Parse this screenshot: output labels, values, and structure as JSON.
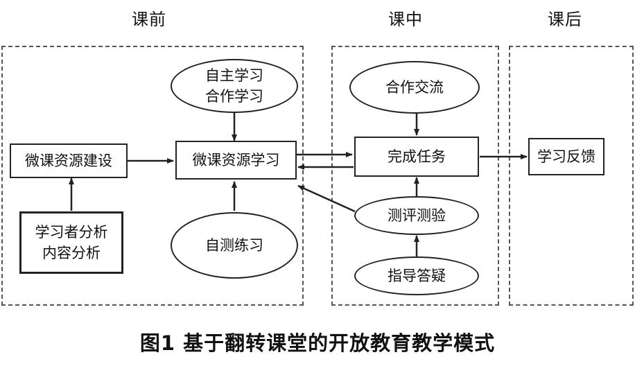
{
  "phases": {
    "before": "课前",
    "during": "课中",
    "after": "课后"
  },
  "nodes": {
    "resource_building": "微课资源建设",
    "learner_content_analysis": "学习者分析\n内容分析",
    "autonomous_cooperative": "自主学习\n合作学习",
    "resource_learning": "微课资源学习",
    "self_test": "自测练习",
    "cooperative_exchange": "合作交流",
    "complete_tasks": "完成任务",
    "evaluation_test": "测评测验",
    "guidance_qa": "指导答疑",
    "feedback": "学习反馈"
  },
  "caption": "图1  基于翻转课堂的开放教育教学模式"
}
